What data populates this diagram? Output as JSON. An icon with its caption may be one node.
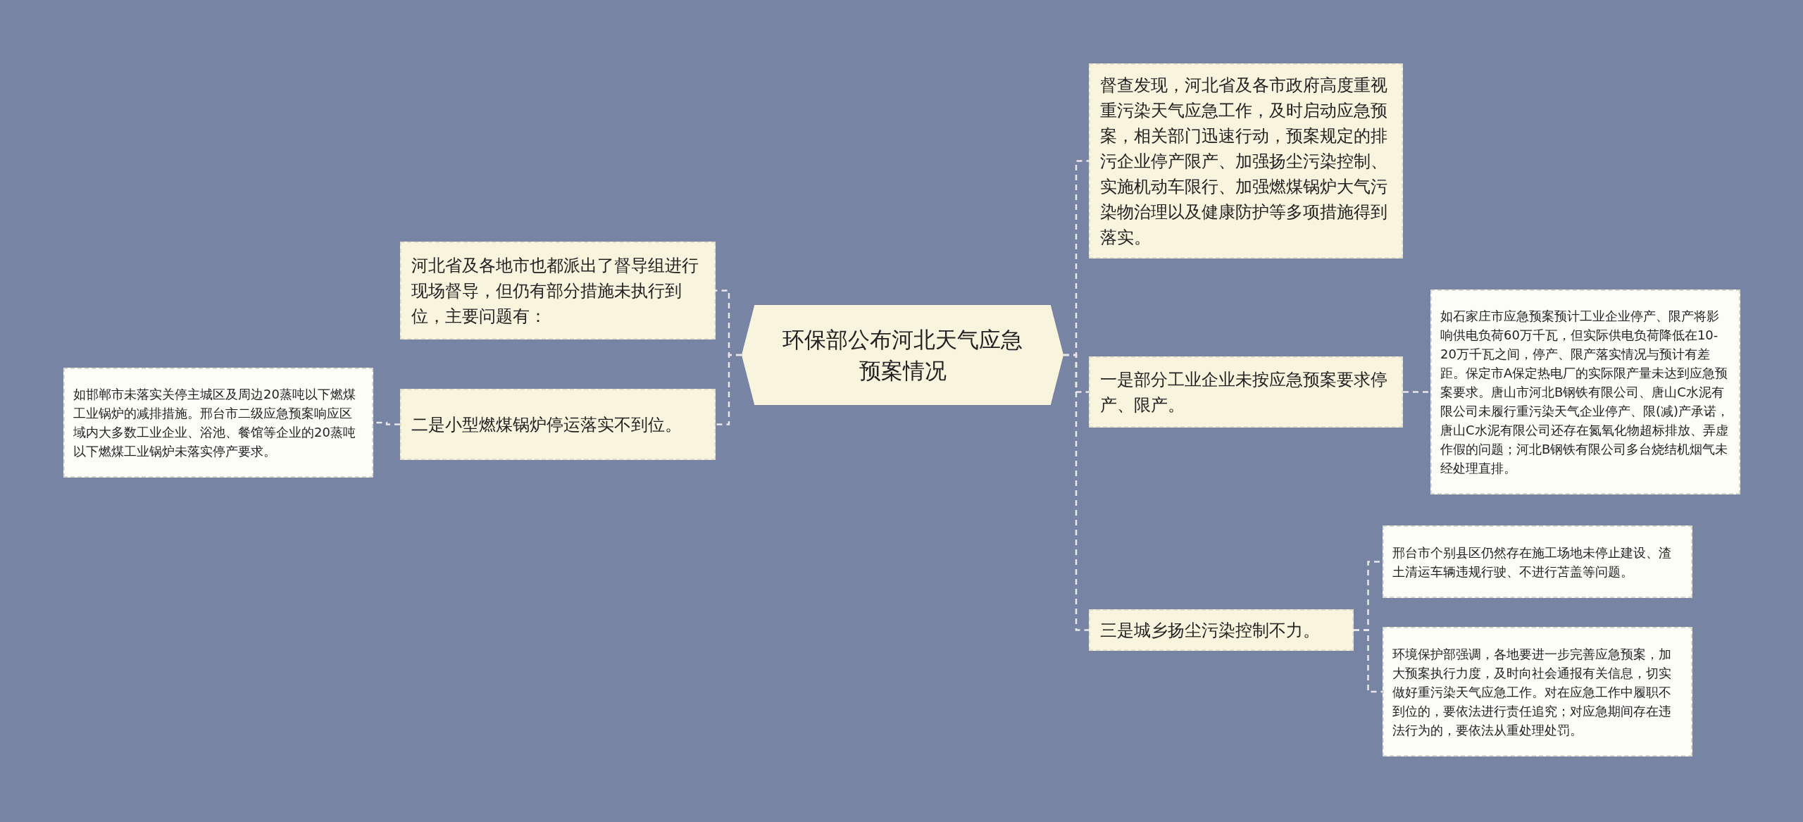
{
  "diagram": {
    "nodes": [
      {
        "text": [
          "环保部公布河北天气应急预案情况"
        ]
      },
      {
        "text": [
          "河北省及各地市也都派出了督导组进行现场督导，但仍有部分措施未执行到位，主要问题有："
        ]
      },
      {
        "text": [
          "二是小型燃煤锅炉停运落实不到位。"
        ]
      },
      {
        "text": [
          "如邯郸市未落实关停主城区及周边20蒸吨以下燃煤工业锅炉的减排措施。邢台市二级应急预案响应区域内大多数工业企业、浴池、餐馆等企业的20蒸吨以下燃煤工业锅炉未落实停产要求。"
        ]
      },
      {
        "text": [
          "督查发现，河北省及各市政府高度重视重污染天气应急工作，及时启动应急预案，相关部门迅速行动，预案规定的排污企业停产限产、加强扬尘污染控制、实施机动车限行、加强燃煤锅炉大气污染物治理以及健康防护等多项措施得到落实。"
        ]
      },
      {
        "text": [
          "一是部分工业企业未按应急预案要求停产、限产。"
        ]
      },
      {
        "text": [
          "如石家庄市应急预案预计工业企业停产、限产将影响供电负荷60万千瓦，但实际供电负荷降低在10-20万千瓦之间，停产、限产落实情况与预计有差距。保定市A保定热电厂的实际限产量未达到应急预案要求。唐山市河北B钢铁有限公司、唐山C水泥有限公司未履行重污染天气企业停产、限(减)产承诺，唐山C水泥有限公司还存在氮氧化物超标排放、弄虚作假的问题；河北B钢铁有限公司多台烧结机烟气未经处理直排。"
        ]
      },
      {
        "text": [
          "三是城乡扬尘污染控制不力。"
        ]
      },
      {
        "text": [
          "邢台市个别县区仍然存在施工场地未停止建设、渣土清运车辆违规行驶、不进行苫盖等问题。"
        ]
      },
      {
        "text": [
          "环境保护部强调，各地要进一步完善应急预案，加大预案执行力度，及时向社会通报有关信息，切实做好重污染天气应急工作。对在应急工作中履职不到位的，要依法进行责任追究；对应急期间存在违法行为的，要依法从重处理处罚。"
        ]
      }
    ],
    "edges": [
      {
        "from": 0,
        "to": 1,
        "arrow": "none"
      },
      {
        "from": 0,
        "to": 2,
        "arrow": "none"
      },
      {
        "from": 2,
        "to": 3,
        "arrow": "none"
      },
      {
        "from": 0,
        "to": 4,
        "arrow": "none"
      },
      {
        "from": 0,
        "to": 5,
        "arrow": "none"
      },
      {
        "from": 5,
        "to": 6,
        "arrow": "none"
      },
      {
        "from": 0,
        "to": 7,
        "arrow": "none"
      },
      {
        "from": 7,
        "to": 8,
        "arrow": "none"
      },
      {
        "from": 7,
        "to": 9,
        "arrow": "none"
      }
    ]
  }
}
